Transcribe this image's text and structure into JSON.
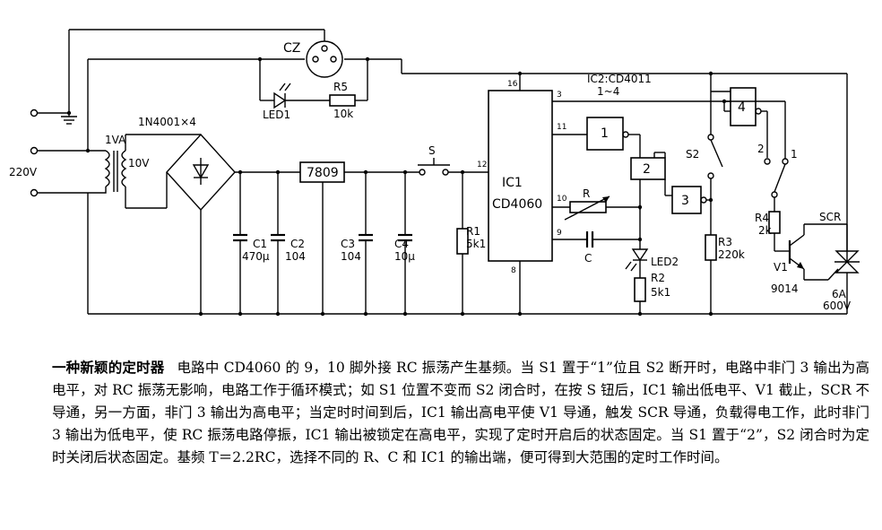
{
  "labels": {
    "cz": "CZ",
    "led1": "LED1",
    "r5": "R5",
    "r5_val": "10k",
    "bridge": "1N4001×4",
    "tr_va": "1VA",
    "tr_v": "10V",
    "mains": "220V",
    "reg": "7809",
    "s": "S",
    "c1": "C1",
    "c1_val": "470μ",
    "c2": "C2",
    "c2_val": "104",
    "c3": "C3",
    "c3_val": "104",
    "c4": "C4",
    "c4_val": "10μ",
    "r1": "R1",
    "r1_val": "5k1",
    "ic1": "IC1",
    "ic1_type": "CD4060",
    "ic2": "IC2:CD4011",
    "ic2_gates": "1~4",
    "pin16": "16",
    "pin3": "3",
    "pin11": "11",
    "pin12": "12",
    "pin10": "10",
    "pin9": "9",
    "pin8": "8",
    "gate1": "1",
    "gate2": "2",
    "gate3": "3",
    "gate4": "4",
    "r": "R",
    "c": "C",
    "led2": "LED2",
    "r2": "R2",
    "r2_val": "5k1",
    "r3": "R3",
    "r3_val": "220k",
    "s2": "S2",
    "s1_pos2": "2",
    "s1_pos1": "1",
    "r4": "R4",
    "r4_val": "2k",
    "v1": "V1",
    "v1_type": "9014",
    "scr": "SCR",
    "scr_i": "6A",
    "scr_v": "600V"
  },
  "caption": {
    "title": "一种新颖的定时器",
    "body": "电路中 CD4060 的 9，10 脚外接 RC 振荡产生基频。当 S1 置于“1”位且 S2 断开时，电路中非门 3 输出为高电平，对 RC 振荡无影响，电路工作于循环模式；如 S1 位置不变而 S2 闭合时，在按 S 钮后，IC1 输出低电平、V1 截止，SCR 不导通，另一方面，非门 3 输出为高电平；当定时时间到后，IC1 输出高电平使 V1 导通，触发 SCR 导通，负载得电工作，此时非门 3 输出为低电平，使 RC 振荡电路停振，IC1 输出被锁定在高电平，实现了定时开启后的状态固定。当 S1 置于“2”，S2 闭合时为定时关闭后状态固定。基频 T＝2.2RC，选择不同的 R、C 和 IC1 的输出端，便可得到大范围的定时工作时间。"
  }
}
